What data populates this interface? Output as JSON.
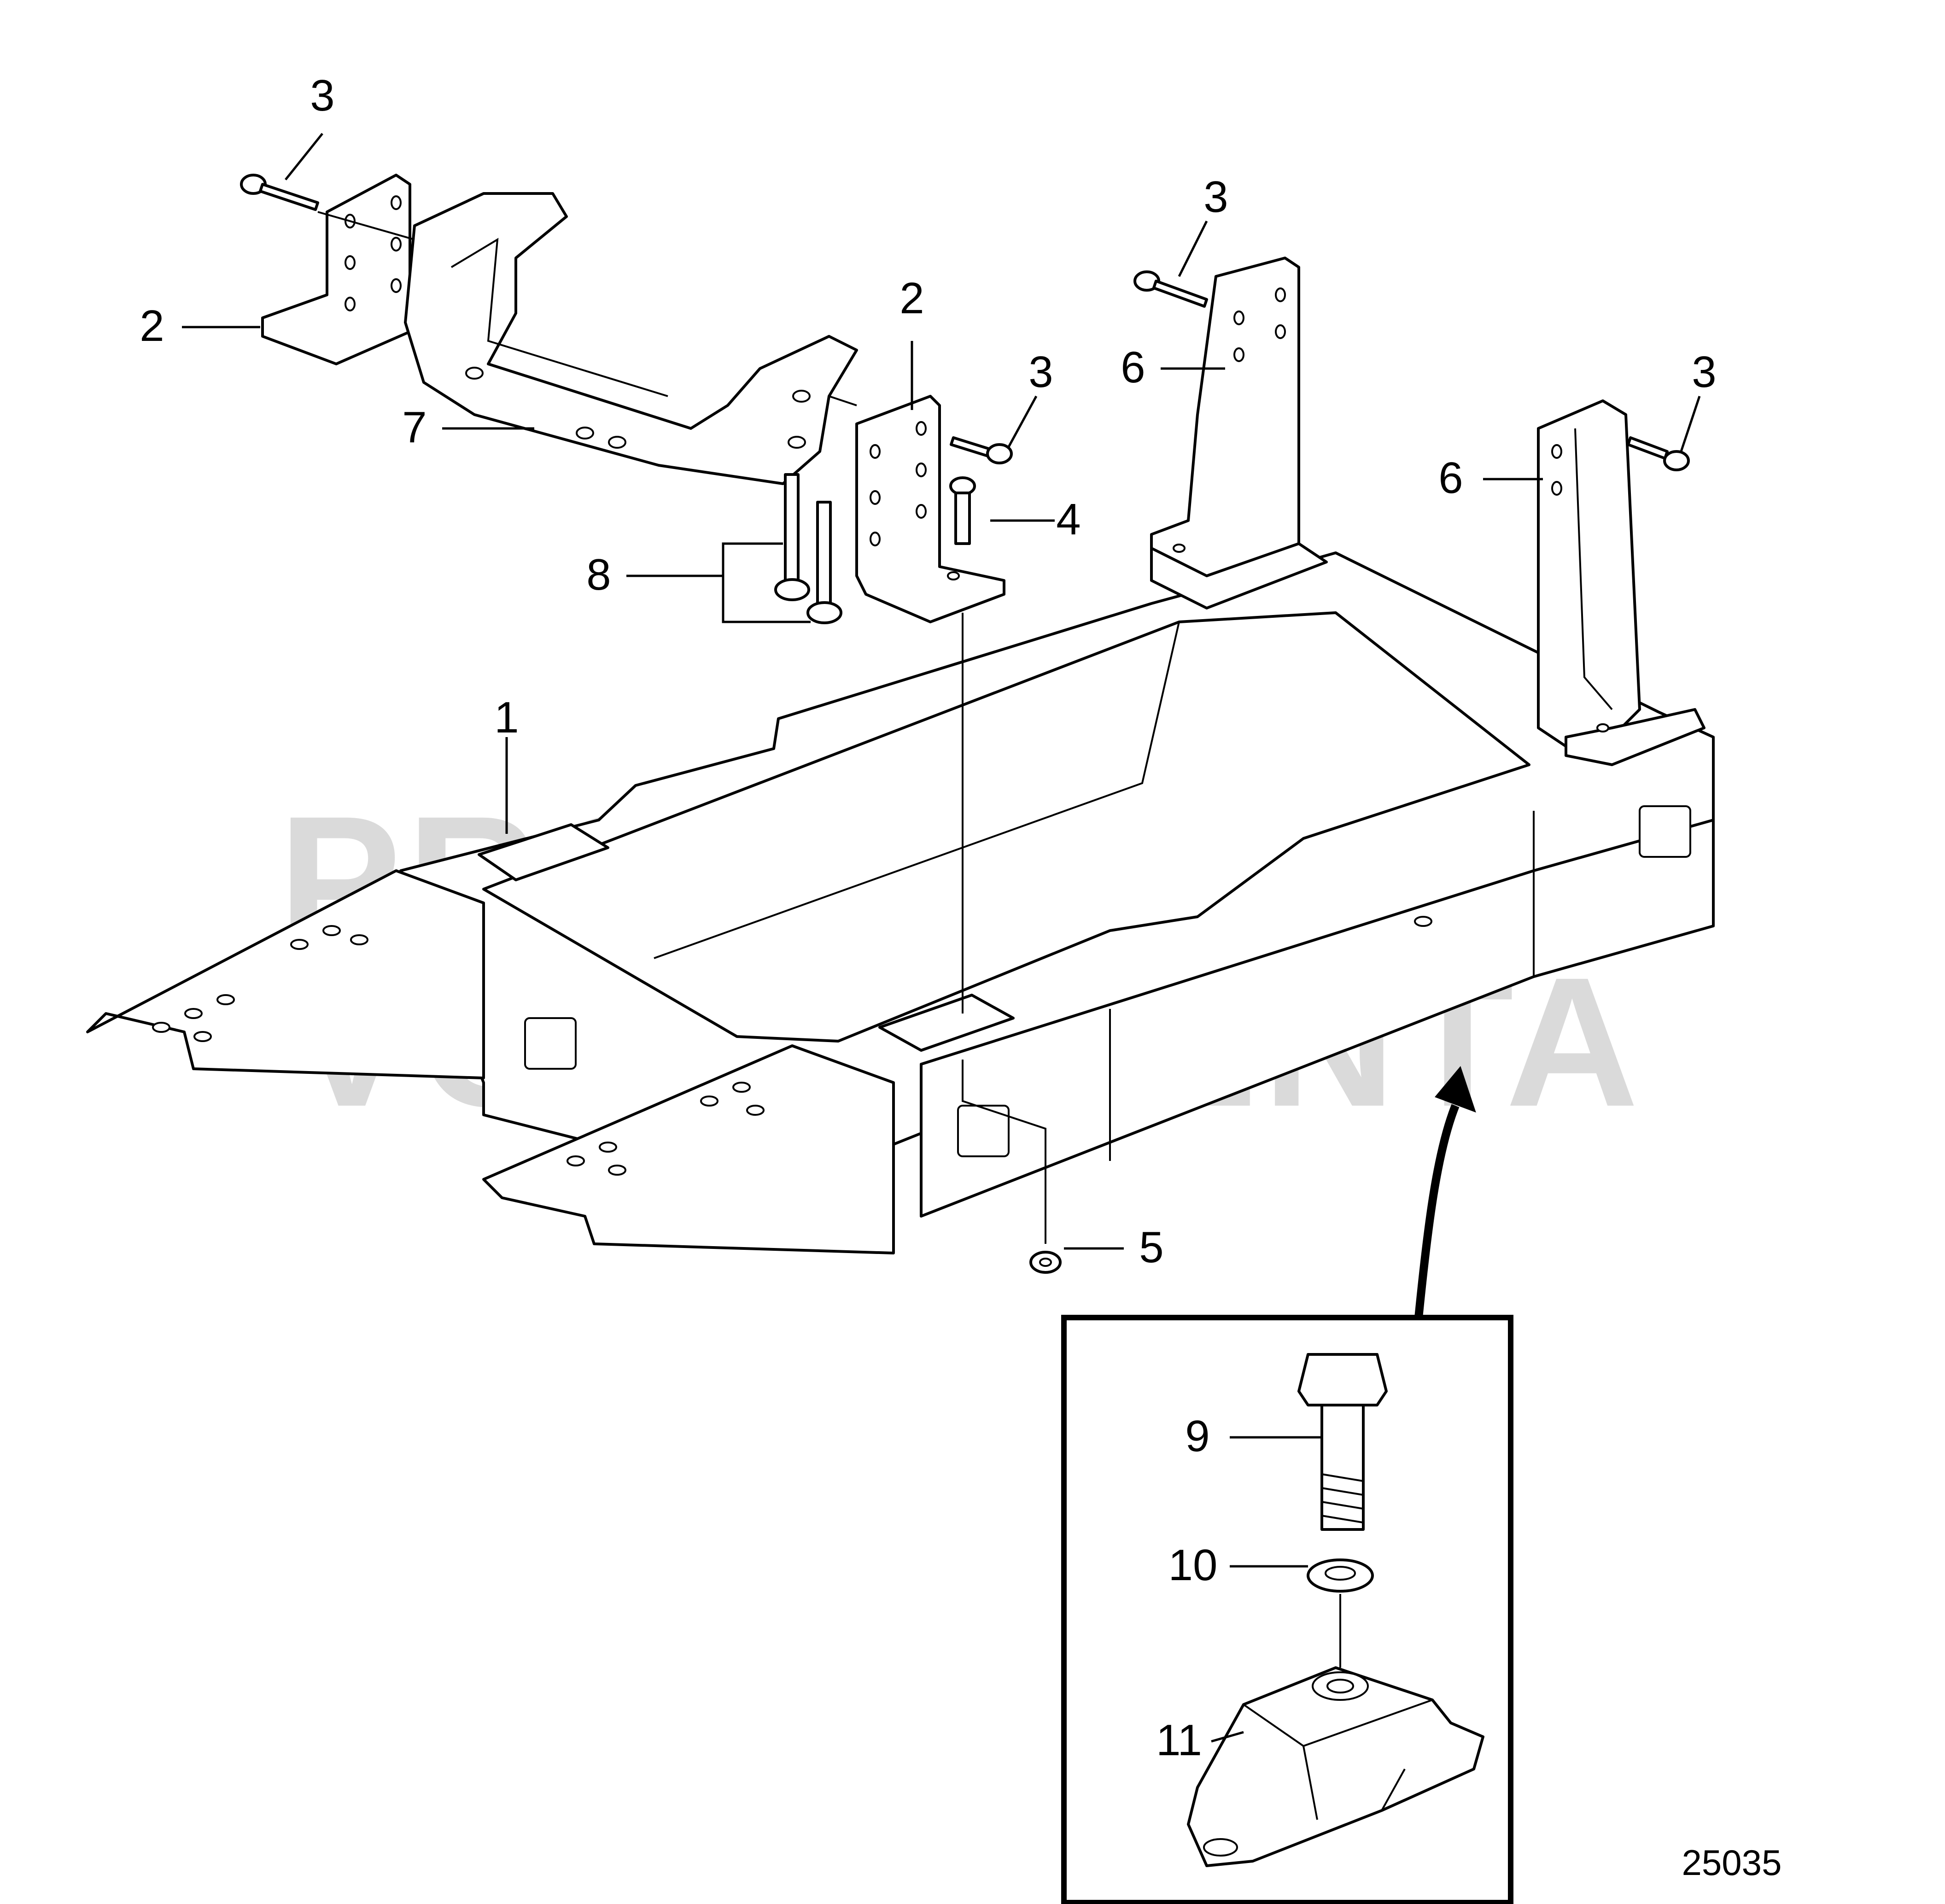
{
  "figure_number": "25035",
  "watermark": {
    "line1": "PROPERTY OF",
    "line2": "VOLVO PENTA"
  },
  "callouts": {
    "c1": "1",
    "c2a": "2",
    "c2b": "2",
    "c3a": "3",
    "c3b": "3",
    "c3c": "3",
    "c3d": "3",
    "c4": "4",
    "c5": "5",
    "c6a": "6",
    "c6b": "6",
    "c7": "7",
    "c8": "8",
    "c9": "9",
    "c10": "10",
    "c11": "11"
  }
}
